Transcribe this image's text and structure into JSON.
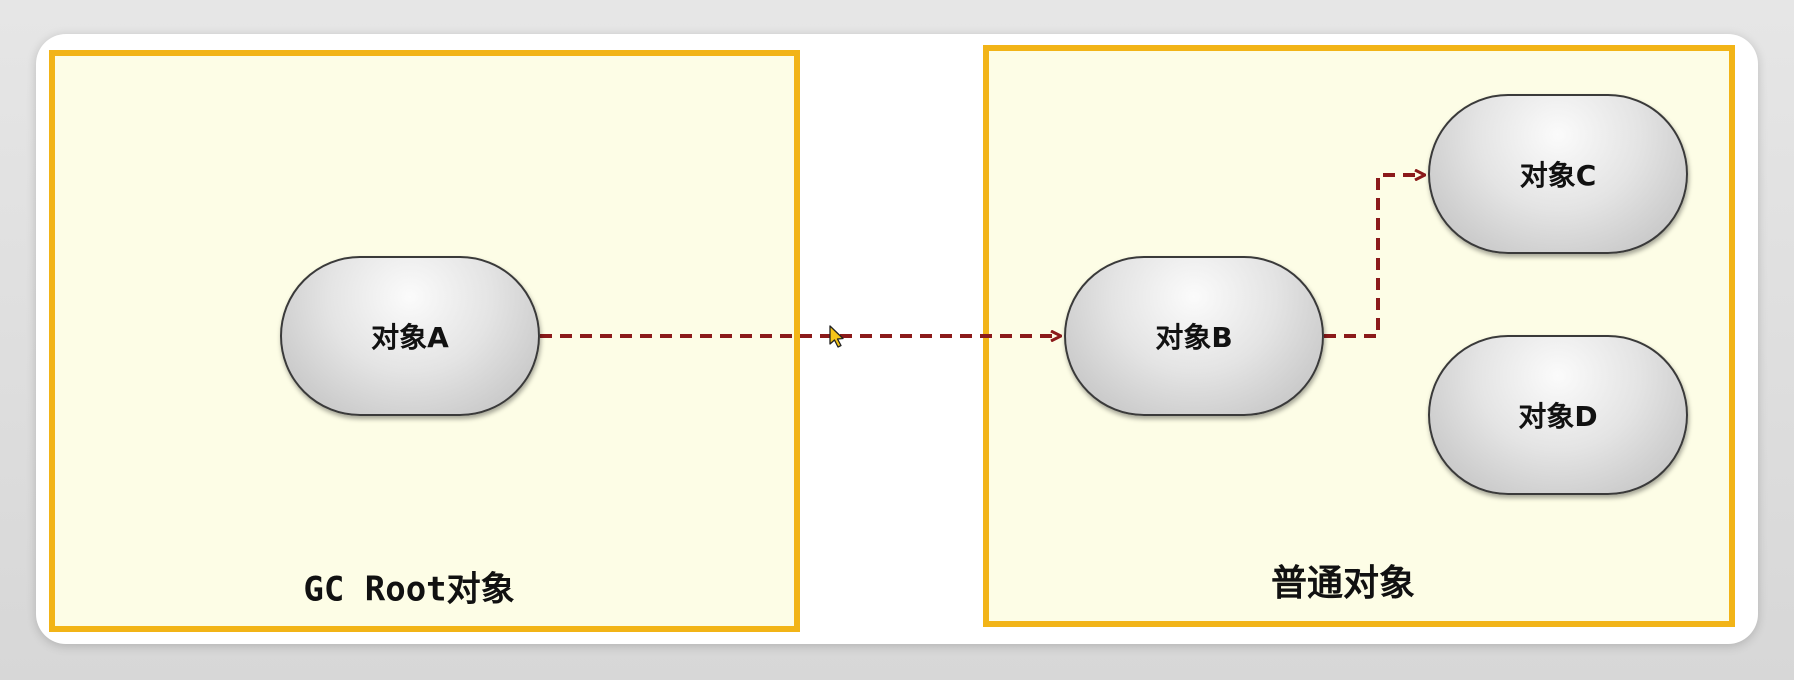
{
  "diagram": {
    "zones": {
      "root": {
        "label": "GC Root对象"
      },
      "normal": {
        "label": "普通对象"
      }
    },
    "nodes": {
      "a": {
        "label": "对象A"
      },
      "b": {
        "label": "对象B"
      },
      "c": {
        "label": "对象C"
      },
      "d": {
        "label": "对象D"
      }
    },
    "edges": [
      {
        "from": "对象A",
        "to": "对象B",
        "style": "dashed"
      },
      {
        "from": "对象B",
        "to": "对象C",
        "style": "dashed"
      }
    ],
    "colors": {
      "zone_fill": "#fdfde6",
      "zone_border": "#f2b417",
      "arrow": "#8b1a1a",
      "node_fill": "#d9d9d9"
    }
  }
}
